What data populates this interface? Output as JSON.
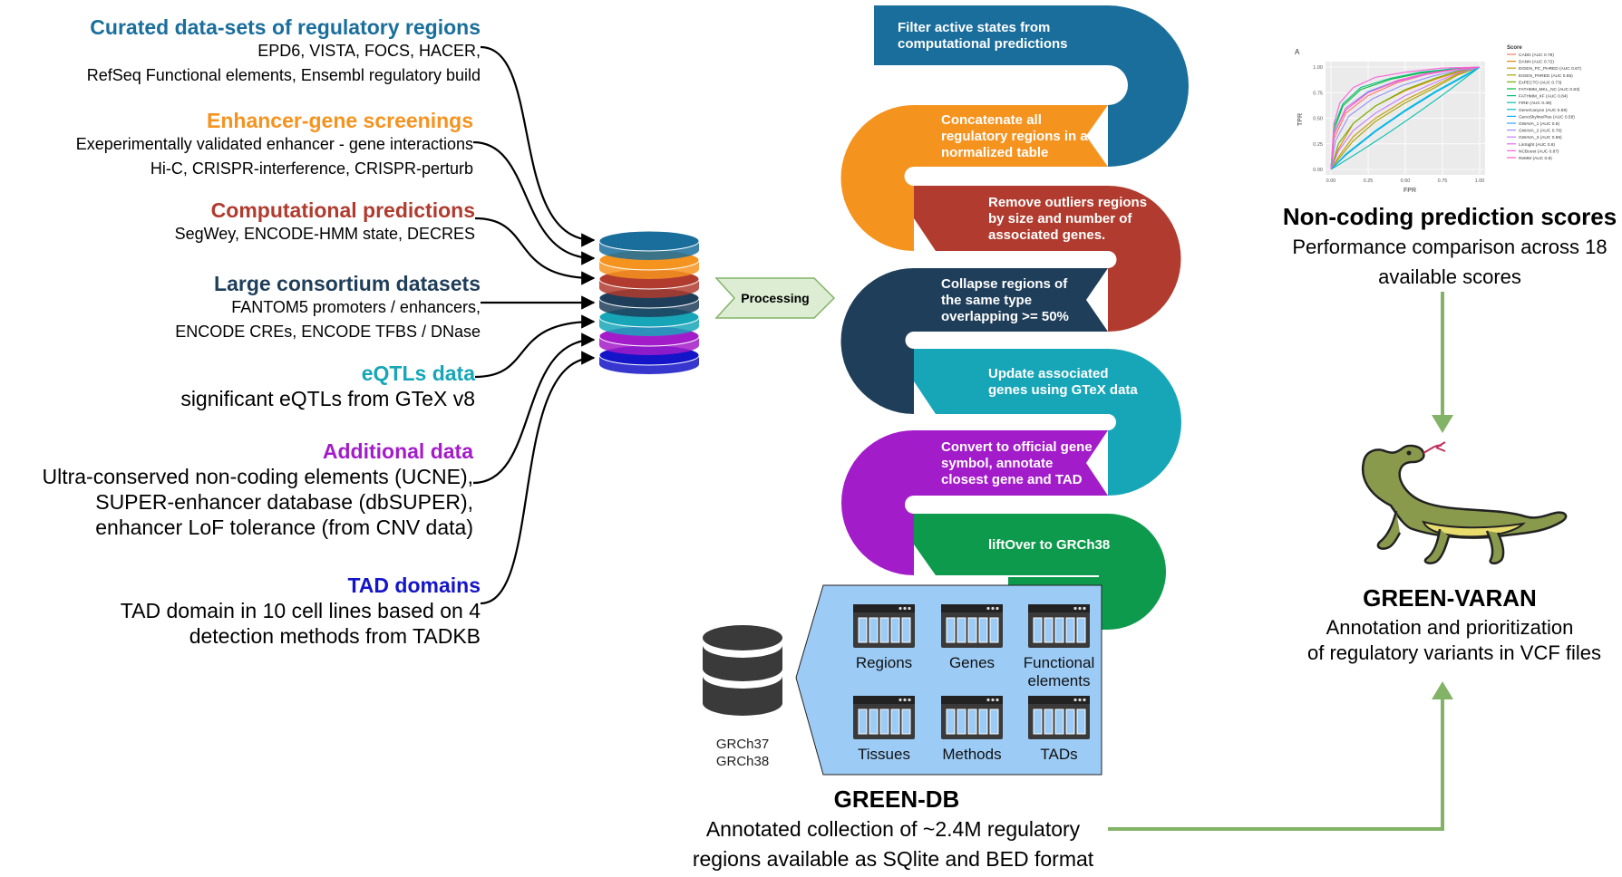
{
  "sources": [
    {
      "title": "Curated data-sets of regulatory regions",
      "color": "#1a6e9c",
      "lines": [
        "EPD6, VISTA, FOCS, HACER,",
        "RefSeq Functional elements, Ensembl regulatory build"
      ]
    },
    {
      "title": "Enhancer-gene screenings",
      "color": "#f5931f",
      "lines": [
        "Exeperimentally validated enhancer - gene interactions",
        "Hi-C, CRISPR-interference, CRISPR-perturb"
      ]
    },
    {
      "title": "Computational predictions",
      "color": "#b03b2e",
      "lines": [
        "SegWey, ENCODE-HMM state, DECRES"
      ]
    },
    {
      "title": "Large consortium datasets",
      "color": "#1f3e5a",
      "lines": [
        "FANTOM5 promoters / enhancers,",
        "ENCODE CREs, ENCODE TFBS / DNase"
      ]
    },
    {
      "title": "eQTLs data",
      "color": "#17a6b8",
      "lines": [
        "significant eQTLs from GTeX v8"
      ]
    },
    {
      "title": "Additional data",
      "color": "#a31cc9",
      "lines": [
        "Ultra-conserved non-coding elements (UCNE),",
        "SUPER-enhancer database (dbSUPER),",
        "enhancer LoF tolerance (from CNV data)"
      ]
    },
    {
      "title": "TAD domains",
      "color": "#1414c8",
      "lines": [
        "TAD domain in 10 cell lines based on 4",
        "detection methods from TADKB"
      ]
    }
  ],
  "processing_label": "Processing",
  "steps": [
    {
      "lines": [
        "Filter active states from",
        "computational predictions"
      ],
      "color": "#1a6e9c"
    },
    {
      "lines": [
        "Concatenate all",
        "regulatory regions in a",
        "normalized table"
      ],
      "color": "#f5931f"
    },
    {
      "lines": [
        "Remove outliers regions",
        "by size and number of",
        "associated genes."
      ],
      "color": "#b03b2e"
    },
    {
      "lines": [
        "Collapse regions of",
        "the same type",
        "overlapping >= 50%"
      ],
      "color": "#1f3e5a"
    },
    {
      "lines": [
        "Update associated",
        "genes using GTeX data"
      ],
      "color": "#17a6b8"
    },
    {
      "lines": [
        "Convert to official gene",
        "symbol, annotate",
        "closest gene and TAD"
      ],
      "color": "#a31cc9"
    },
    {
      "lines": [
        "liftOver to GRCh38"
      ],
      "color": "#0e9a4c"
    }
  ],
  "db": {
    "builds": [
      "GRCh37",
      "GRCh38"
    ],
    "tables": [
      "Regions",
      "Genes",
      "Functional elements",
      "Tissues",
      "Methods",
      "TADs"
    ],
    "panel_color": "#9ccbf5",
    "title": "GREEN-DB",
    "description": [
      "Annotated collection of ~2.4M regulatory",
      "regions available as SQlite and BED format"
    ]
  },
  "scores_chart": {
    "panel_letter": "A",
    "xlabel": "FPR",
    "ylabel": "TPR",
    "legend_title": "Score",
    "legend": [
      "CADD (AUC 0.78)",
      "DANN (AUC 0.72)",
      "EIGEN_PC_PHRED (AUC 0.67)",
      "EIGEN_PHRED (AUC 0.65)",
      "ExPECTO (AUC 0.73)",
      "FATHMM_MKL_NC (AUC 0.83)",
      "FATHMM_XF (AUC 0.84)",
      "FIRE (AUC 0.49)",
      "GeneCanyon (AUC 0.59)",
      "GenoSkylinePlus (AUC 0.58)",
      "GWAVA_1 (AUC 0.8)",
      "GWAVA_2 (AUC 0.76)",
      "GWAVA_3 (AUC 0.69)",
      "LinSight (AUC 0.8)",
      "NCBoost (AUC 0.87)",
      "ReMM (AUC 0.8)"
    ],
    "title": "Non-coding prediction scores",
    "description": [
      "Performance comparison across 18",
      "available scores"
    ]
  },
  "chart_data": {
    "type": "line",
    "xlabel": "FPR",
    "ylabel": "TPR",
    "xlim": [
      0,
      1
    ],
    "ylim": [
      0,
      1
    ],
    "xticks": [
      "0.00",
      "0.25",
      "0.50",
      "0.75",
      "1.00"
    ],
    "yticks": [
      "0.00",
      "0.25",
      "0.50",
      "0.75",
      "1.00"
    ],
    "series": [
      {
        "name": "CADD (AUC 0.78)",
        "color": "#f8766d",
        "x": [
          0,
          0.02,
          0.1,
          0.25,
          0.45,
          0.65,
          0.85,
          1
        ],
        "y": [
          0,
          0.3,
          0.55,
          0.72,
          0.85,
          0.93,
          0.98,
          1
        ]
      },
      {
        "name": "DANN (AUC 0.72)",
        "color": "#e58700",
        "x": [
          0,
          0.05,
          0.15,
          0.3,
          0.5,
          0.7,
          0.85,
          1
        ],
        "y": [
          0,
          0.2,
          0.45,
          0.62,
          0.77,
          0.88,
          0.95,
          1
        ]
      },
      {
        "name": "EIGEN_PC_PHRED (AUC 0.67)",
        "color": "#c99800",
        "x": [
          0,
          0.05,
          0.15,
          0.3,
          0.5,
          0.7,
          0.85,
          1
        ],
        "y": [
          0,
          0.12,
          0.32,
          0.5,
          0.68,
          0.82,
          0.93,
          1
        ]
      },
      {
        "name": "EIGEN_PHRED (AUC 0.65)",
        "color": "#a3a500",
        "x": [
          0,
          0.05,
          0.15,
          0.3,
          0.5,
          0.7,
          0.85,
          1
        ],
        "y": [
          0,
          0.1,
          0.28,
          0.47,
          0.65,
          0.8,
          0.92,
          1
        ]
      },
      {
        "name": "ExPECTO (AUC 0.73)",
        "color": "#6bb100",
        "x": [
          0,
          0.05,
          0.15,
          0.3,
          0.5,
          0.7,
          0.85,
          1
        ],
        "y": [
          0,
          0.25,
          0.45,
          0.62,
          0.78,
          0.89,
          0.96,
          1
        ]
      },
      {
        "name": "FATHMM_MKL_NC (AUC 0.83)",
        "color": "#00ba38",
        "x": [
          0,
          0.02,
          0.08,
          0.2,
          0.4,
          0.6,
          0.8,
          1
        ],
        "y": [
          0,
          0.38,
          0.62,
          0.78,
          0.88,
          0.94,
          0.98,
          1
        ]
      },
      {
        "name": "FATHMM_XF (AUC 0.84)",
        "color": "#00bf7d",
        "x": [
          0,
          0.02,
          0.08,
          0.2,
          0.4,
          0.6,
          0.8,
          1
        ],
        "y": [
          0,
          0.42,
          0.64,
          0.8,
          0.89,
          0.95,
          0.98,
          1
        ]
      },
      {
        "name": "FIRE (AUC 0.49)",
        "color": "#00c0af",
        "x": [
          0,
          0.2,
          0.4,
          0.6,
          0.8,
          1
        ],
        "y": [
          0,
          0.18,
          0.37,
          0.57,
          0.78,
          1
        ]
      },
      {
        "name": "GeneCanyon (AUC 0.59)",
        "color": "#00bcd8",
        "x": [
          0,
          0.1,
          0.3,
          0.5,
          0.7,
          0.9,
          1
        ],
        "y": [
          0,
          0.15,
          0.38,
          0.58,
          0.76,
          0.92,
          1
        ]
      },
      {
        "name": "GenoSkylinePlus (AUC 0.58)",
        "color": "#00b0f6",
        "x": [
          0,
          0.1,
          0.3,
          0.5,
          0.7,
          0.9,
          1
        ],
        "y": [
          0,
          0.14,
          0.37,
          0.57,
          0.75,
          0.91,
          1
        ]
      },
      {
        "name": "GWAVA_1 (AUC 0.8)",
        "color": "#35a2ff",
        "x": [
          0,
          0.02,
          0.1,
          0.25,
          0.45,
          0.65,
          0.85,
          1
        ],
        "y": [
          0,
          0.35,
          0.6,
          0.76,
          0.87,
          0.94,
          0.98,
          1
        ]
      },
      {
        "name": "GWAVA_2 (AUC 0.76)",
        "color": "#9590ff",
        "x": [
          0,
          0.03,
          0.12,
          0.28,
          0.48,
          0.68,
          0.86,
          1
        ],
        "y": [
          0,
          0.28,
          0.52,
          0.69,
          0.82,
          0.91,
          0.97,
          1
        ]
      },
      {
        "name": "GWAVA_3 (AUC 0.69)",
        "color": "#c77cff",
        "x": [
          0,
          0.05,
          0.15,
          0.3,
          0.5,
          0.7,
          0.85,
          1
        ],
        "y": [
          0,
          0.18,
          0.38,
          0.55,
          0.72,
          0.85,
          0.94,
          1
        ]
      },
      {
        "name": "LinSight (AUC 0.8)",
        "color": "#e76bf3",
        "x": [
          0,
          0.02,
          0.1,
          0.25,
          0.45,
          0.65,
          0.85,
          1
        ],
        "y": [
          0,
          0.34,
          0.6,
          0.75,
          0.86,
          0.93,
          0.98,
          1
        ]
      },
      {
        "name": "NCBoost (AUC 0.87)",
        "color": "#fa62db",
        "x": [
          0,
          0.02,
          0.06,
          0.15,
          0.3,
          0.5,
          0.75,
          1
        ],
        "y": [
          0,
          0.45,
          0.65,
          0.8,
          0.9,
          0.95,
          0.99,
          1
        ]
      },
      {
        "name": "ReMM (AUC 0.8)",
        "color": "#ff62bc",
        "x": [
          0,
          0.02,
          0.1,
          0.25,
          0.45,
          0.65,
          0.85,
          1
        ],
        "y": [
          0,
          0.35,
          0.58,
          0.75,
          0.87,
          0.94,
          0.98,
          1
        ]
      }
    ]
  },
  "tool": {
    "title": "GREEN-VARAN",
    "description": [
      "Annotation and prioritization",
      "of regulatory variants in VCF files"
    ]
  },
  "connector_color": "#82b366"
}
